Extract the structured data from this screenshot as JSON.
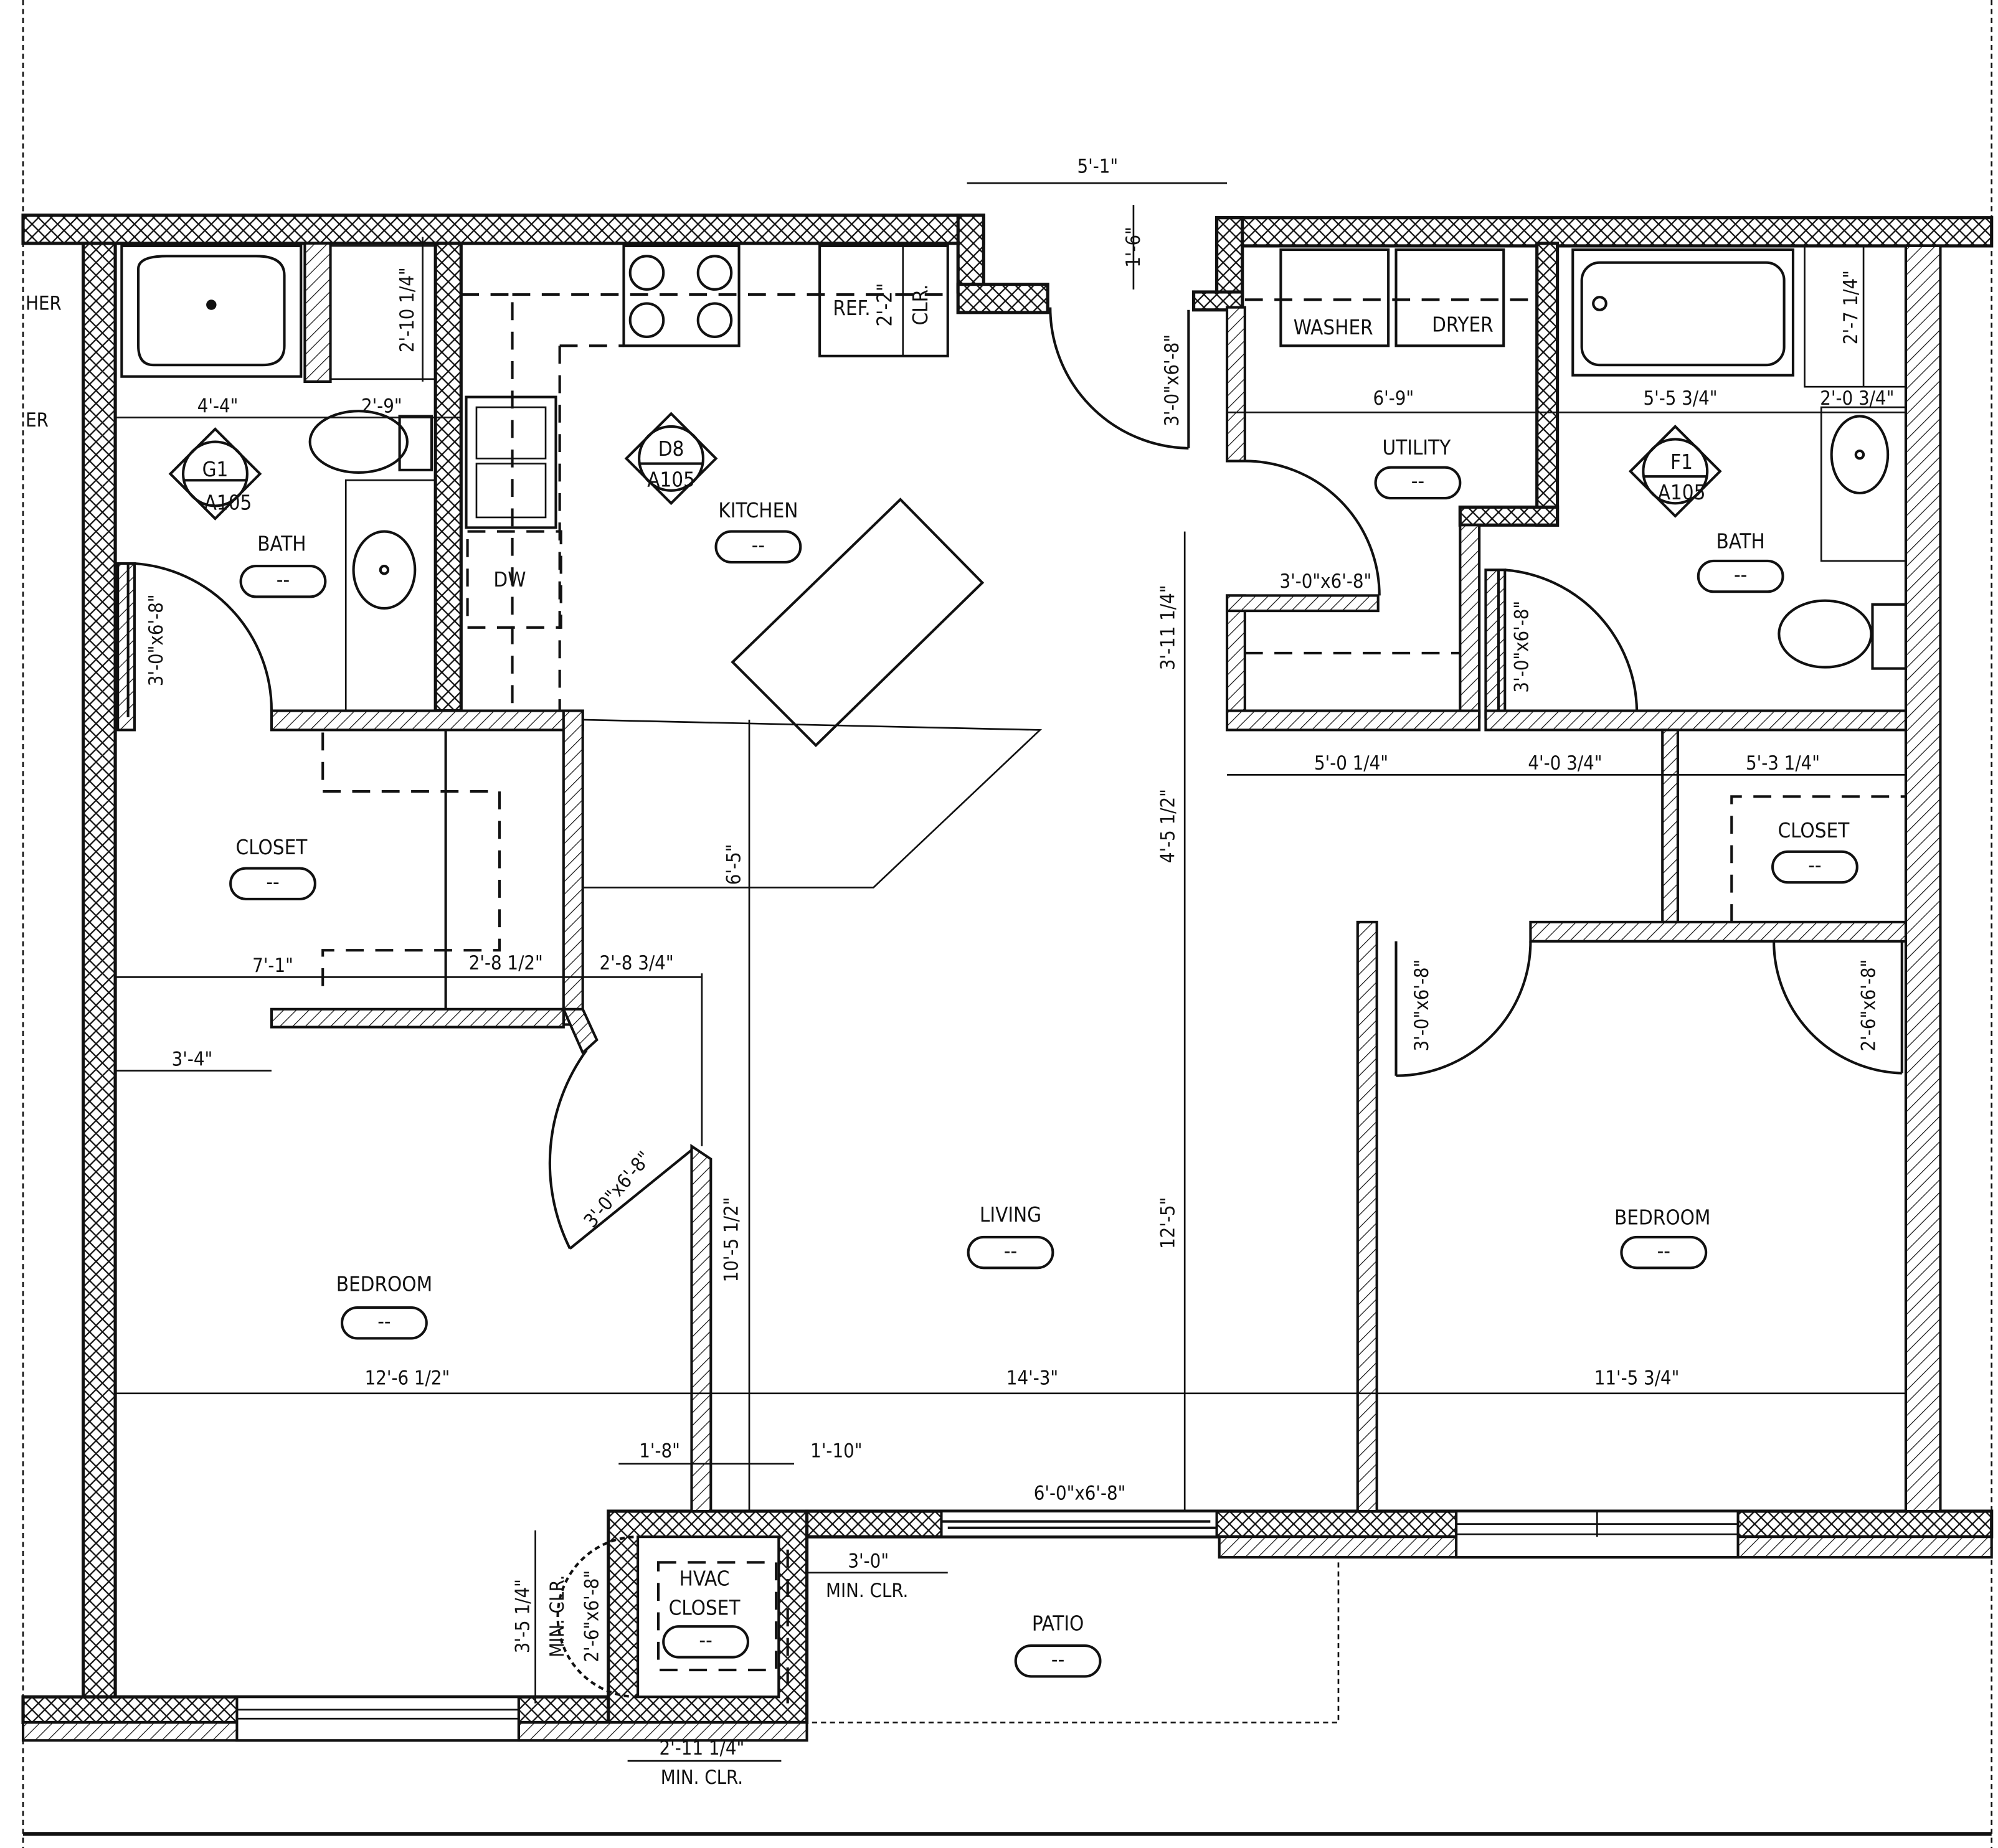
{
  "plan": {
    "rooms": {
      "bath_left": "BATH",
      "kitchen": "KITCHEN",
      "utility": "UTILITY",
      "bath_right": "BATH",
      "closet_left": "CLOSET",
      "closet_right": "CLOSET",
      "living": "LIVING",
      "bedroom_left": "BEDROOM",
      "bedroom_right": "BEDROOM",
      "hvac_1": "HVAC",
      "hvac_2": "CLOSET",
      "patio": "PATIO"
    },
    "room_tag": "--",
    "fixtures": {
      "dishwasher": "DW",
      "washer": "WASHER",
      "dryer": "DRYER",
      "ref": "REF.",
      "ref_clear": "2'-2\"",
      "ref_clr": "CLR."
    },
    "edge_labels": {
      "a": "HER",
      "b": "ER"
    },
    "elevation_tags": [
      {
        "top": "G1",
        "bottom": "A105"
      },
      {
        "top": "D8",
        "bottom": "A105"
      },
      {
        "top": "F1",
        "bottom": "A105"
      }
    ],
    "doors": {
      "entry": "3'-0\"x6'-8\"",
      "bath_left": "3'-0\"x6'-8\"",
      "utility": "3'-0\"x6'-8\"",
      "bath_right": "3'-0\"x6'-8\"",
      "bedroom_right": "3'-0\"x6'-8\"",
      "closet_right": "2'-6\"x6'-8\"",
      "bedroom_left": "3'-0\"x6'-8\"",
      "patio_slider": "6'-0\"x6'-8\"",
      "hvac": "2'-6\"x6'-8\""
    },
    "dimensions": {
      "entry_width": "5'-1\"",
      "entry_depth": "1'-6\"",
      "bath_closet": "2'-10 1/4\"",
      "bath_width": "4'-4\"",
      "toilet_width": "2'-9\"",
      "washer_run": "6'-9\"",
      "bath_right_width": "5'-5 3/4\"",
      "vanity_right": "2'-0 3/4\"",
      "linen_right": "2'-7 1/4\"",
      "utility_depth": "3'-11 1/4\"",
      "hall_a": "5'-0 1/4\"",
      "hall_b": "4'-0 3/4\"",
      "closet_right_width": "5'-3 1/4\"",
      "kitchen_depth": "6'-5\"",
      "living_upper": "4'-5 1/2\"",
      "closet_left_width": "7'-1\"",
      "closet_left_b": "2'-8 1/2\"",
      "closet_left_c": "2'-8 3/4\"",
      "bedroom_jog": "3'-4\"",
      "living_depth": "10'-5 1/2\"",
      "living_total": "12'-5\"",
      "bedroom_left_width": "12'-6 1/2\"",
      "living_width": "14'-3\"",
      "bedroom_right_width": "11'-5 3/4\"",
      "hvac_left": "1'-8\"",
      "hvac_right": "1'-10\"",
      "patio_clear": "3'-0\"",
      "patio_clear_label": "MIN. CLR.",
      "hvac_depth": "3'-5 1/4\"",
      "hvac_depth_label": "MIN. CLR.",
      "hvac_width": "2'-11 1/4\"",
      "hvac_width_label": "MIN. CLR."
    }
  }
}
